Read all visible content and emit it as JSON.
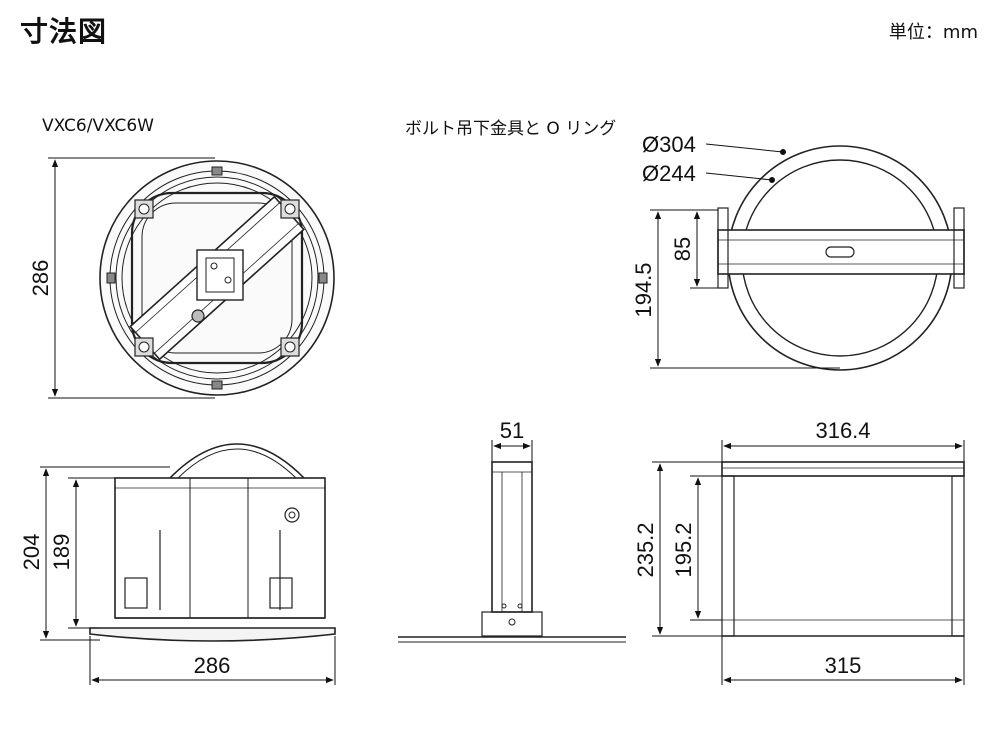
{
  "header": {
    "title": "寸法図",
    "unit": "単位：mm"
  },
  "labels": {
    "model": "VXC6/VXC6W",
    "bracket": "ボルト吊下金具と O リング"
  },
  "dimensions": {
    "top_view_height": "286",
    "side_view_height_outer": "204",
    "side_view_height_inner": "189",
    "side_view_width": "286",
    "ring_outer_diameter": "Ø304",
    "ring_inner_diameter": "Ø244",
    "ring_height": "194.5",
    "bar_height": "85",
    "bracket_width": "51",
    "frame_top_width": "316.4",
    "frame_height_outer": "235.2",
    "frame_height_inner": "195.2",
    "frame_bottom_width": "315"
  }
}
